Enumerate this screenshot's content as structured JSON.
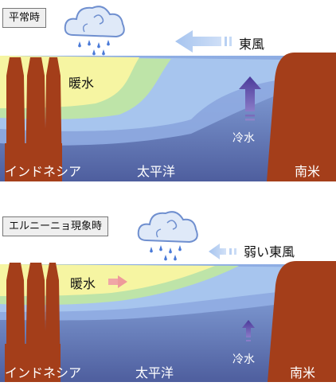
{
  "normal": {
    "title": "平常時",
    "wind_label": "東風",
    "warm_water_label": "暖水",
    "cold_water_label": "冷水",
    "left_land_label": "インドネシア",
    "ocean_label": "太平洋",
    "right_land_label": "南米"
  },
  "elnino": {
    "title": "エルニーニョ現象時",
    "wind_label": "弱い東風",
    "warm_water_label": "暖水",
    "cold_water_label": "冷水",
    "left_land_label": "インドネシア",
    "ocean_label": "太平洋",
    "right_land_label": "南米"
  },
  "colors": {
    "land": "#a43e1a",
    "warm_water": "#f5f5a0",
    "green_band": "#bfe5a8",
    "light_blue": "#a8c8ee",
    "mid_blue": "#8eaae0",
    "deep_blue": "#5a6cac",
    "up_arrow": "#5e4aa8",
    "wind_arrow": "#a8c8f0",
    "warm_arrow": "#f0a0a0",
    "cloud": "#dfe9f8",
    "rain": "#4a7ad8"
  }
}
